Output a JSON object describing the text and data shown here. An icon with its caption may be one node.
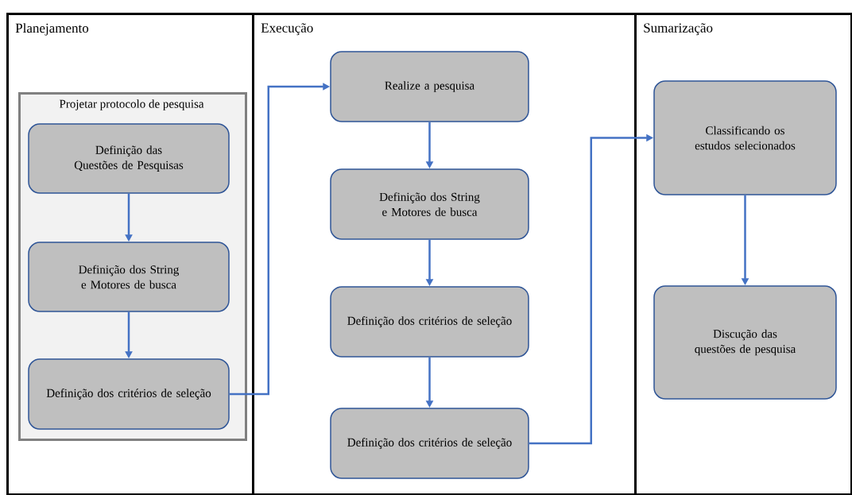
{
  "diagram": {
    "nodes": [
      {
        "text": [
          "Planejamento"
        ]
      },
      {
        "text": [
          "Execução"
        ]
      },
      {
        "text": [
          "Sumarização"
        ]
      },
      {
        "text": [
          "Projetar protocolo de pesquisa"
        ],
        "in": 0
      },
      {
        "text": [
          "Definição das Questões de Pesquisas"
        ],
        "in": 3
      },
      {
        "text": [
          "Definição dos String e Motores de busca"
        ],
        "in": 3
      },
      {
        "text": [
          "Definição dos critérios de seleção"
        ],
        "in": 3
      },
      {
        "text": [
          "Realize a pesquisa"
        ],
        "in": 1
      },
      {
        "text": [
          "Definição dos String e Motores de busca"
        ],
        "in": 1
      },
      {
        "text": [
          "Definição dos critérios de seleção"
        ],
        "in": 1
      },
      {
        "text": [
          "Definição dos critérios de seleção"
        ],
        "in": 1
      },
      {
        "text": [
          "Classificando os estudos selecionados"
        ],
        "in": 2
      },
      {
        "text": [
          "Discução das questões de pesquisa"
        ],
        "in": 2
      }
    ],
    "edges": [
      {
        "from": 4,
        "to": 5,
        "arrow": "to"
      },
      {
        "from": 5,
        "to": 6,
        "arrow": "to"
      },
      {
        "from": 6,
        "to": 7,
        "arrow": "to"
      },
      {
        "from": 7,
        "to": 8,
        "arrow": "to"
      },
      {
        "from": 8,
        "to": 9,
        "arrow": "to"
      },
      {
        "from": 9,
        "to": 10,
        "arrow": "to"
      },
      {
        "from": 10,
        "to": 11,
        "arrow": "to"
      },
      {
        "from": 11,
        "to": 12,
        "arrow": "to"
      }
    ]
  }
}
